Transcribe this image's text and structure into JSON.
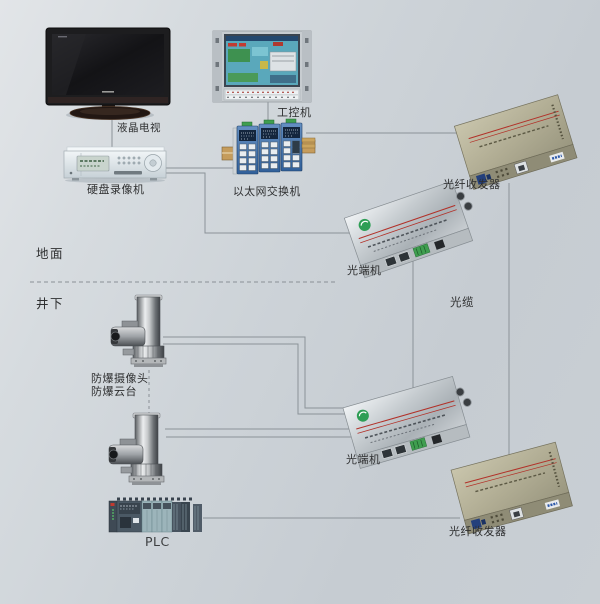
{
  "diagram": {
    "type": "mine-video-surveillance-topology",
    "zones": {
      "surface_label": "地面",
      "underground_label": "井下"
    },
    "fiber_cable_label": "光缆",
    "devices": {
      "lcd_tv": {
        "label": "液晶电视"
      },
      "dvr": {
        "label": "硬盘录像机"
      },
      "industrial_pc": {
        "label": "工控机"
      },
      "ethernet_switch": {
        "label": "以太网交换机"
      },
      "fiber_transceiver_top": {
        "label": "光纤收发器"
      },
      "optical_terminal_top": {
        "label": "光端机"
      },
      "explosion_proof_camera": {
        "label_line1": "防爆摄像头",
        "label_line2": "防爆云台"
      },
      "optical_terminal_bottom": {
        "label": "光端机"
      },
      "plc": {
        "label": "PLC"
      },
      "fiber_transceiver_bottom": {
        "label": "光纤收发器"
      }
    },
    "connections": [
      {
        "from": "lcd_tv",
        "to": "dvr"
      },
      {
        "from": "dvr",
        "to": "ethernet_switch"
      },
      {
        "from": "industrial_pc",
        "to": "ethernet_switch"
      },
      {
        "from": "ethernet_switch",
        "to": "fiber_transceiver_top"
      },
      {
        "from": "dvr",
        "to": "optical_terminal_top"
      },
      {
        "from": "fiber_transceiver_top",
        "to": "fiber_transceiver_bottom",
        "label": "光缆"
      },
      {
        "from": "optical_terminal_top",
        "to": "optical_terminal_bottom"
      },
      {
        "from": "camera_1",
        "to": "optical_terminal_bottom"
      },
      {
        "from": "camera_2",
        "to": "optical_terminal_bottom"
      },
      {
        "from": "plc",
        "to": "fiber_transceiver_bottom"
      }
    ],
    "colors": {
      "background": "#cdd3d8",
      "line": "#8b9298",
      "dashed_line": "#8a9096",
      "label_text": "#2e2f30",
      "transceiver_body": "#b2ae96",
      "terminal_body": "#c8cdd1",
      "switch_body": "#3f6ea4",
      "red_stripe": "#b23028"
    }
  }
}
